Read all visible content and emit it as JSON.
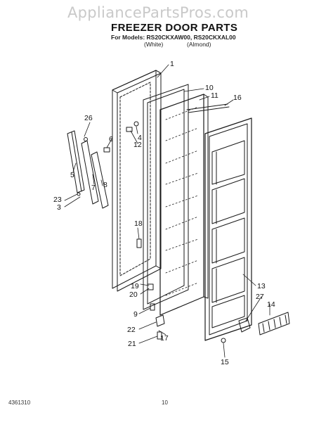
{
  "header": {
    "watermark": "AppliancePartsPros.com",
    "title": "FREEZER DOOR PARTS",
    "models_line": "For Models: RS20CKXAW00, RS20CKXAL00",
    "variant_white": "(White)",
    "variant_almond": "(Almond)"
  },
  "footer": {
    "doc_number": "4361310",
    "page_number": "10"
  },
  "callouts": {
    "c1": "1",
    "c10": "10",
    "c11": "11",
    "c16": "16",
    "c26": "26",
    "c6": "6",
    "c4": "4",
    "c12": "12",
    "c5": "5",
    "c7": "7",
    "c8": "8",
    "c23": "23",
    "c3": "3",
    "c18": "18",
    "c19": "19",
    "c20": "20",
    "c9": "9",
    "c22": "22",
    "c21": "21",
    "c17": "17",
    "c13": "13",
    "c27": "27",
    "c14": "14",
    "c15": "15"
  },
  "colors": {
    "line": "#1a1a1a",
    "watermark": "#c9c9c9"
  }
}
